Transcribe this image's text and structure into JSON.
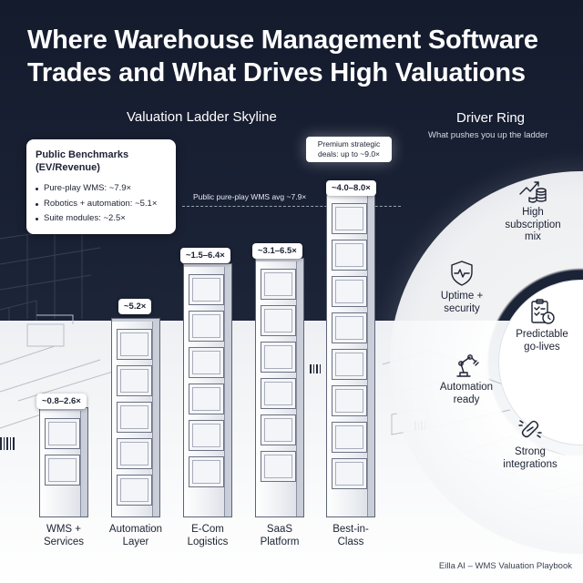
{
  "title": {
    "line1": "Where Warehouse Management Software",
    "line2": "Trades and What Drives High Valuations"
  },
  "ladder": {
    "title": "Valuation Ladder Skyline",
    "benchmarks": {
      "heading_line1": "Public Benchmarks",
      "heading_line2": "(EV/Revenue)",
      "items": [
        "Pure-play WMS: ~7.9×",
        "Robotics + automation: ~5.1×",
        "Suite modules: ~2.5×"
      ]
    },
    "avg_label": "Public pure-play WMS avg ~7.9×",
    "premium_callout": {
      "line1": "Premium strategic",
      "line2": "deals: up to ~9.0×"
    },
    "towers": [
      {
        "value_label": "~0.8–2.6×",
        "name_line1": "WMS +",
        "name_line2": "Services"
      },
      {
        "value_label": "~5.2×",
        "name_line1": "Automation",
        "name_line2": "Layer"
      },
      {
        "value_label": "~1.5–6.4×",
        "name_line1": "E-Com",
        "name_line2": "Logistics"
      },
      {
        "value_label": "~3.1–6.5×",
        "name_line1": "SaaS",
        "name_line2": "Platform"
      },
      {
        "value_label": "~4.0–8.0×",
        "name_line1": "Best-in-",
        "name_line2": "Class"
      }
    ]
  },
  "drivers": {
    "title": "Driver Ring",
    "subtitle": "What pushes you up the ladder",
    "items": [
      {
        "icon": "chart-coins-icon",
        "line1": "High",
        "line2": "subscription",
        "line3": "mix"
      },
      {
        "icon": "shield-pulse-icon",
        "line1": "Uptime +",
        "line2": "security"
      },
      {
        "icon": "checklist-clock-icon",
        "line1": "Predictable",
        "line2": "go-lives"
      },
      {
        "icon": "robot-arm-icon",
        "line1": "Automation",
        "line2": "ready"
      },
      {
        "icon": "chain-link-icon",
        "line1": "Strong",
        "line2": "integrations"
      }
    ]
  },
  "footer": "Eilla AI – WMS Valuation Playbook",
  "colors": {
    "background": "#1b2236",
    "text_dark": "#1c2233",
    "label_bg": "#ffffff"
  }
}
